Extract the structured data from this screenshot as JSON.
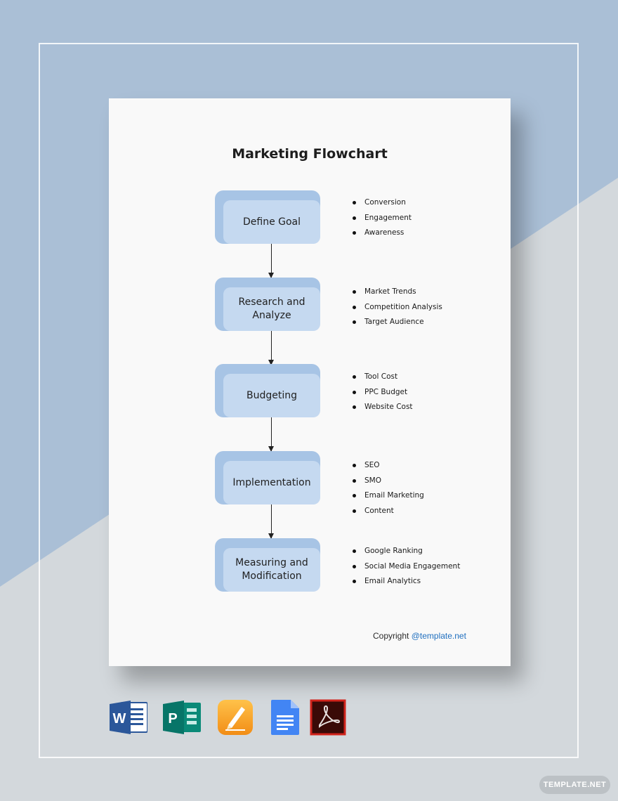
{
  "document": {
    "title": "Marketing Flowchart",
    "copyright_prefix": "Copyright ",
    "copyright_link": "@template.net"
  },
  "steps": [
    {
      "label_lines": [
        "Define Goal"
      ],
      "bullets": [
        "Conversion",
        "Engagement",
        "Awareness"
      ]
    },
    {
      "label_lines": [
        "Research and",
        "Analyze"
      ],
      "bullets": [
        "Market Trends",
        "Competition Analysis",
        "Target Audience"
      ]
    },
    {
      "label_lines": [
        "Budgeting"
      ],
      "bullets": [
        "Tool Cost",
        "PPC Budget",
        "Website Cost"
      ]
    },
    {
      "label_lines": [
        "Implementation"
      ],
      "bullets": [
        "SEO",
        "SMO",
        "Email Marketing",
        "Content"
      ]
    },
    {
      "label_lines": [
        "Measuring and",
        "Modification"
      ],
      "bullets": [
        "Google Ranking",
        "Social Media Engagement",
        "Email Analytics"
      ]
    }
  ],
  "formats": [
    {
      "name": "word-icon",
      "color": "#2b579a"
    },
    {
      "name": "publisher-icon",
      "color": "#077568"
    },
    {
      "name": "pages-icon",
      "color": "#f7a21b"
    },
    {
      "name": "google-docs-icon",
      "color": "#4285f4"
    },
    {
      "name": "pdf-icon",
      "color": "#d0231b"
    }
  ],
  "watermark": {
    "label": "TEMPLATE.NET"
  },
  "colors": {
    "background_blue": "#aabfd6",
    "background_gray": "#d3d8dc",
    "box_back": "#a7c4e5",
    "box_front": "#c5d9f0"
  }
}
